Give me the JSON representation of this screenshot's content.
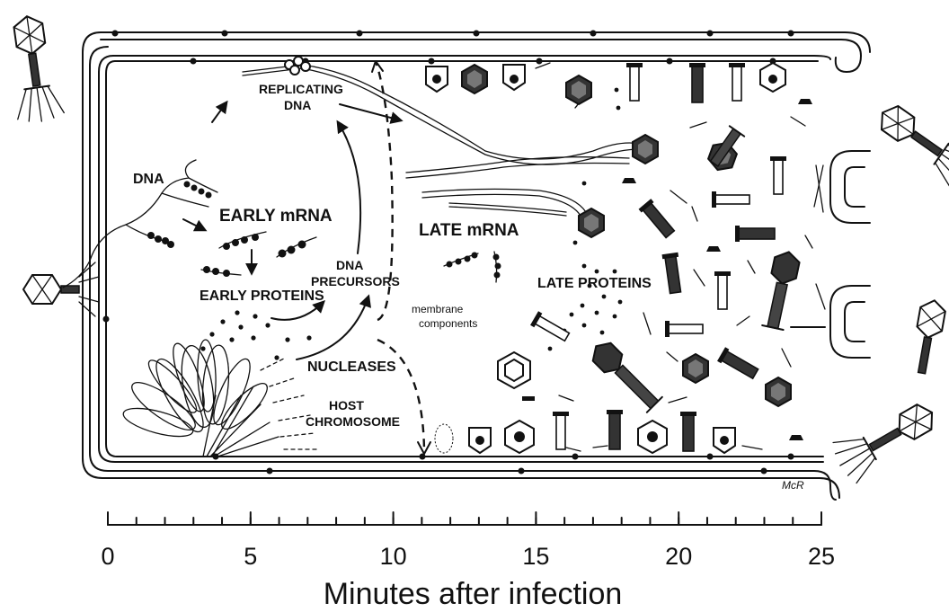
{
  "labels": {
    "dna": "DNA",
    "replicating_dna": [
      "REPLICATING",
      "DNA"
    ],
    "early_mrna": "EARLY mRNA",
    "late_mrna": "LATE mRNA",
    "early_proteins": "EARLY PROTEINS",
    "dna_precursors": [
      "DNA",
      "PRECURSORS"
    ],
    "late_proteins": "LATE PROTEINS",
    "membrane_components": [
      "membrane",
      "components"
    ],
    "nucleases": "NUCLEASES",
    "host_chromosome": [
      "HOST",
      "CHROMOSOME"
    ],
    "signature": "McR"
  },
  "axis": {
    "title": "Minutes after infection",
    "ticks": [
      0,
      5,
      10,
      15,
      20,
      25
    ],
    "min": 0,
    "max": 25
  }
}
